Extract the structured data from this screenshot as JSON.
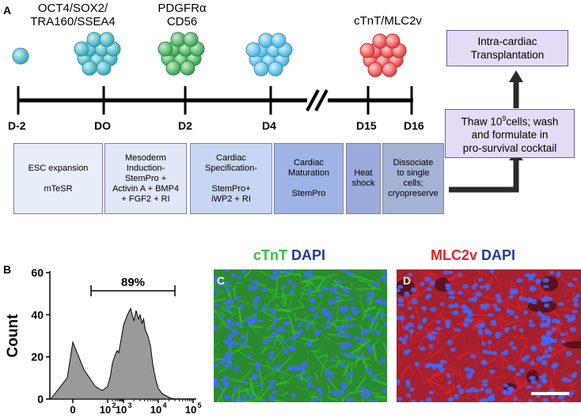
{
  "panel_a": {
    "letter": "A",
    "markers": {
      "pluripotent": "OCT4/SOX2/\nTRA160/SSEA4",
      "mesoderm": "PDGFRα\nCD56",
      "cardiac": "cTnT/MLC2v"
    },
    "days": [
      "D-2",
      "DO",
      "D2",
      "D4",
      "D15",
      "D16"
    ],
    "stages": [
      {
        "text": "ESC expansion\n\nmTeSR"
      },
      {
        "text": "Mesoderm\nInduction-\nStemPro +\nActivin A + BMP4\n+ FGF2 + RI"
      },
      {
        "text": "Cardiac\nSpecification-\n\nStemPro+\niWP2 + RI"
      },
      {
        "text": "Cardiac\nMaturation\n\nStemPro"
      },
      {
        "text": "Heat\nshock"
      },
      {
        "text": "Dissociate\nto single\ncells;\ncryopreserve"
      }
    ],
    "stage_colors": [
      "#e8eef9",
      "#dfe7f8",
      "#c8d6f3",
      "#9eb3e6",
      "#9aaadb",
      "#a3b3d6"
    ],
    "sphere_colors": {
      "teal": "#43b5c4",
      "green": "#3fae5a",
      "blue": "#58c1ea",
      "red": "#ee4a4a"
    },
    "transplant_box": "Intra-cardiac\nTransplantation",
    "thaw_box": {
      "pre": "Thaw 10",
      "sup": "9",
      "post": "cells; wash\nand formulate in\npro-survival cocktail"
    }
  },
  "panel_b": {
    "letter": "B",
    "ylabel": "Count",
    "gate_label": "89%",
    "y_ticks": [
      "0",
      "20",
      "40",
      "60"
    ],
    "x_ticks": [
      "0",
      "10",
      "10",
      "10",
      "10"
    ],
    "x_tick_sups": [
      "",
      "2",
      "3",
      "4",
      "5"
    ],
    "fill_color": "#9a9a9a",
    "chart_data": {
      "type": "area",
      "title": "",
      "xlabel": "",
      "ylabel": "Count",
      "ylim": [
        0,
        60
      ],
      "x_scale": "biexponential",
      "gate": {
        "label": "89%",
        "from_x": 20,
        "to_x": 30000
      },
      "x": [
        -200,
        -50,
        0,
        10,
        30,
        60,
        100,
        150,
        200,
        300,
        400,
        500,
        700,
        1000,
        1300,
        1600,
        2000,
        2300,
        2700,
        3000,
        3400,
        3800,
        4200,
        5000,
        6000,
        7000,
        8500,
        10000,
        13000,
        17000,
        22000,
        30000
      ],
      "values": [
        0,
        10,
        27,
        14,
        6,
        4,
        6,
        11,
        17,
        21,
        23,
        22,
        28,
        35,
        40,
        43,
        37,
        42,
        38,
        40,
        36,
        38,
        33,
        30,
        25,
        16,
        9,
        5,
        2.5,
        1.5,
        0.5,
        0
      ]
    }
  },
  "panel_c": {
    "letter": "C",
    "title_stain": "cTnT",
    "title_dapi": "DAPI",
    "stain_color": "#2ec43a",
    "bg_color": "#2b8a2e"
  },
  "panel_d": {
    "letter": "D",
    "title_stain": "MLC2v",
    "title_dapi": "DAPI",
    "stain_color": "#e0222c",
    "bg_color": "#a4202f"
  },
  "dapi_color": "#1f3a9c",
  "nucleus_color": "#3f6bff"
}
